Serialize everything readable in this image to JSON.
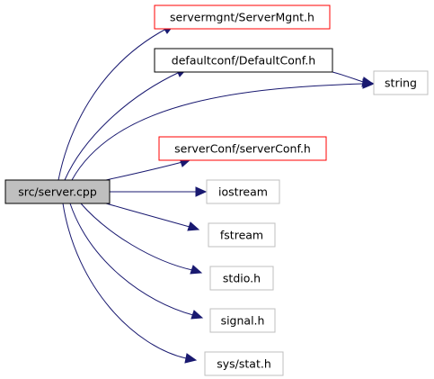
{
  "graph": {
    "root": {
      "id": "server_cpp",
      "label": "src/server.cpp",
      "fill": "#bfbfbf",
      "border": "#000000"
    },
    "nodes": [
      {
        "id": "servermgnt",
        "label": "servermgnt/ServerMgnt.h",
        "border": "#ff0000",
        "fill": "#ffffff"
      },
      {
        "id": "defaultconf",
        "label": "defaultconf/DefaultConf.h",
        "border": "#000000",
        "fill": "#ffffff"
      },
      {
        "id": "string",
        "label": "string",
        "border": "#bfbfbf",
        "fill": "#ffffff"
      },
      {
        "id": "serverconf",
        "label": "serverConf/serverConf.h",
        "border": "#ff0000",
        "fill": "#ffffff"
      },
      {
        "id": "iostream",
        "label": "iostream",
        "border": "#bfbfbf",
        "fill": "#ffffff"
      },
      {
        "id": "fstream",
        "label": "fstream",
        "border": "#bfbfbf",
        "fill": "#ffffff"
      },
      {
        "id": "stdio",
        "label": "stdio.h",
        "border": "#bfbfbf",
        "fill": "#ffffff"
      },
      {
        "id": "signal",
        "label": "signal.h",
        "border": "#bfbfbf",
        "fill": "#ffffff"
      },
      {
        "id": "sysstat",
        "label": "sys/stat.h",
        "border": "#bfbfbf",
        "fill": "#ffffff"
      }
    ],
    "edges": [
      {
        "from": "server_cpp",
        "to": "servermgnt"
      },
      {
        "from": "server_cpp",
        "to": "defaultconf"
      },
      {
        "from": "server_cpp",
        "to": "string"
      },
      {
        "from": "server_cpp",
        "to": "serverconf"
      },
      {
        "from": "server_cpp",
        "to": "iostream"
      },
      {
        "from": "server_cpp",
        "to": "fstream"
      },
      {
        "from": "server_cpp",
        "to": "stdio"
      },
      {
        "from": "server_cpp",
        "to": "signal"
      },
      {
        "from": "server_cpp",
        "to": "sysstat"
      },
      {
        "from": "defaultconf",
        "to": "string"
      }
    ],
    "colors": {
      "edge": "#191970"
    }
  }
}
